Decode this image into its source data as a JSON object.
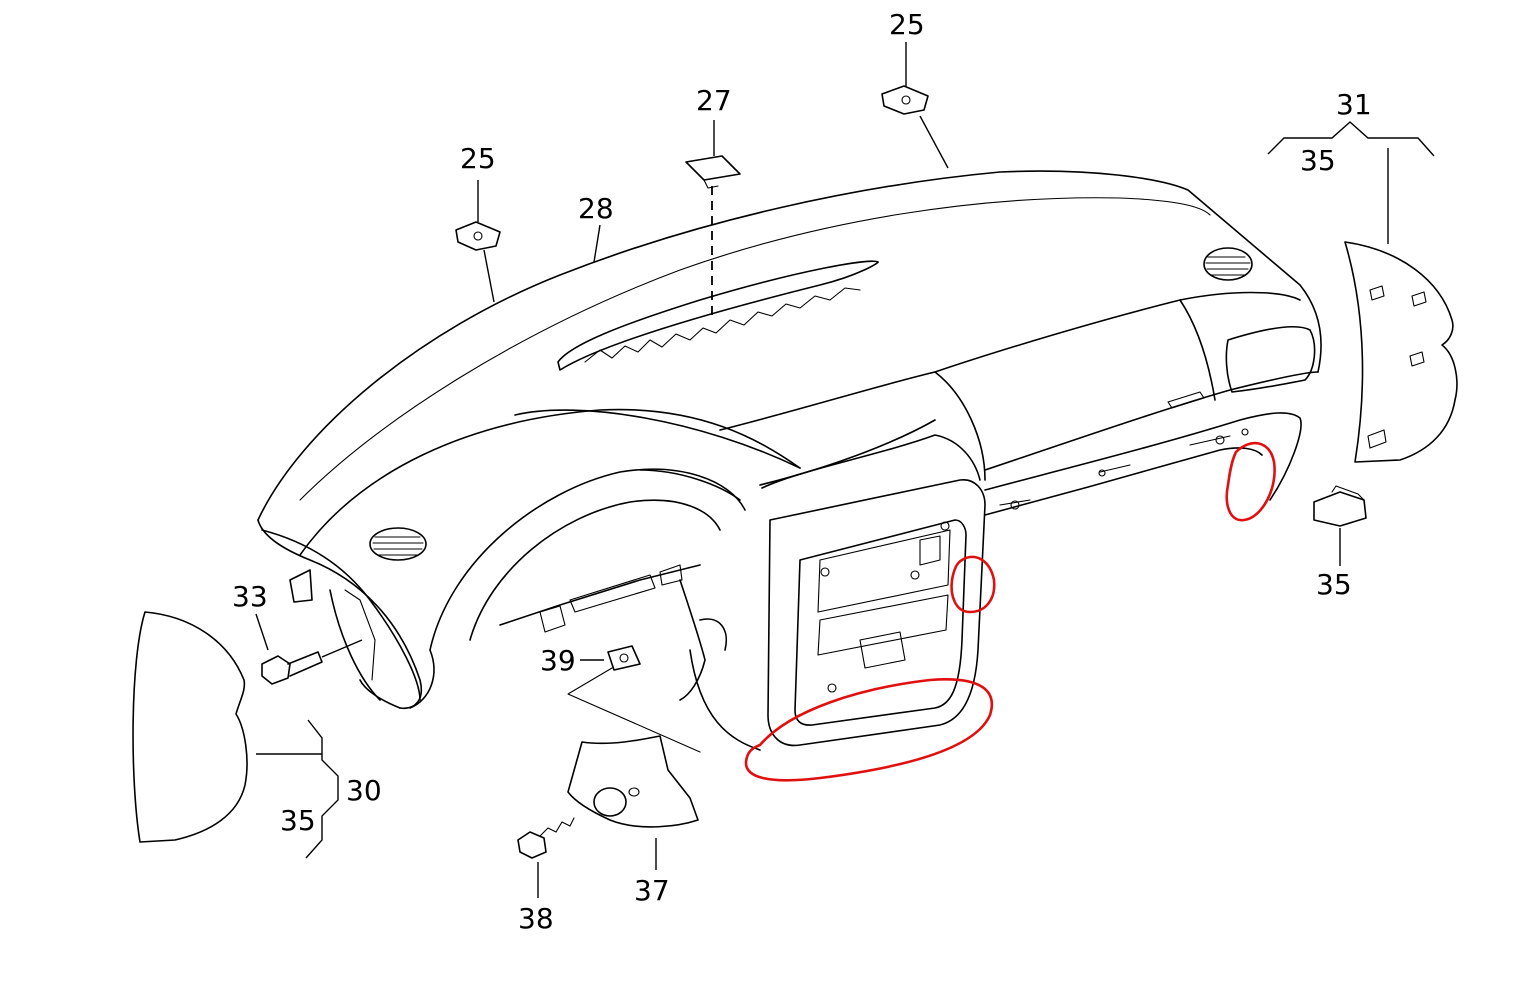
{
  "callouts": {
    "c25_left": "25",
    "c25_top": "25",
    "c27": "27",
    "c28": "28",
    "c31": "31",
    "c35_top": "35",
    "c35_right": "35",
    "c33": "33",
    "c39": "39",
    "c30": "30",
    "c35_left": "35",
    "c37": "37",
    "c38": "38"
  },
  "colors": {
    "line": "#000000",
    "annotation_marks": "#e01010",
    "background": "#ffffff"
  }
}
